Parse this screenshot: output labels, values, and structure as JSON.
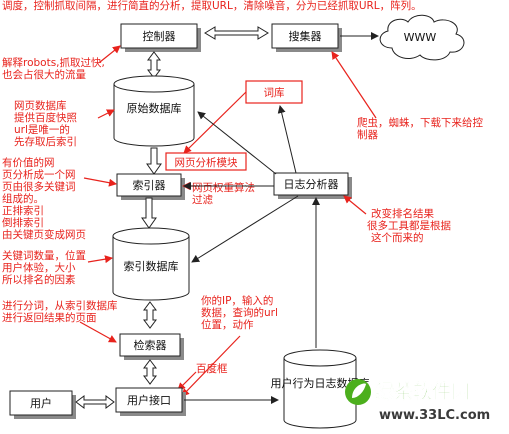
{
  "top_note": "调度，控制抓取间隔，进行简直的分析，提取URL，清除噪音，分为已经抓取URL，阵列。",
  "nodes": {
    "controller": "控制器",
    "collector": "搜集器",
    "cloud": "WWW",
    "raw_db": "原始数据库",
    "thesaurus": "词库",
    "page_analysis": "网页分析模块",
    "indexer": "索引器",
    "log_analyzer": "日志分析器",
    "index_db": "索引数据库",
    "retriever": "检索器",
    "user": "用户",
    "user_interface": "用户接口",
    "user_log_db": "用户行为日志数据库"
  },
  "notes": {
    "robots": [
      "解释robots,抓取过快,",
      "也会占很大的流量"
    ],
    "page_db": [
      "网页数据库",
      "提供百度快照",
      "url是唯一的",
      "先存取后索引"
    ],
    "valuable": [
      "有价值的网",
      "页分析成一个网",
      "页由很多关键词",
      "组成的。",
      "正排索引",
      "倒排索引",
      "由关键页变成网页"
    ],
    "keywords": [
      "关键词数量，位置",
      "用户体验，大小",
      "所以排名的因素"
    ],
    "segmentation": [
      "进行分词，从索引数据库",
      "进行返回结果的页面"
    ],
    "weight_algo": [
      "网页权重算法",
      "过滤"
    ],
    "crawler": [
      "爬虫，蜘蛛，下载下来给控",
      "制器"
    ],
    "ranking": [
      "改变排名结果",
      "很多工具都是根据",
      "这个而来的"
    ],
    "user_ip": [
      "你的IP，输入的",
      "数据，查询的url",
      "位置，动作"
    ],
    "search_box": "百度框"
  },
  "watermark": {
    "brand": "绿茶软件园",
    "url": "www.33LC.com"
  },
  "colors": {
    "annotation": "#e8231d",
    "watermark_green": "#4caf1d"
  }
}
